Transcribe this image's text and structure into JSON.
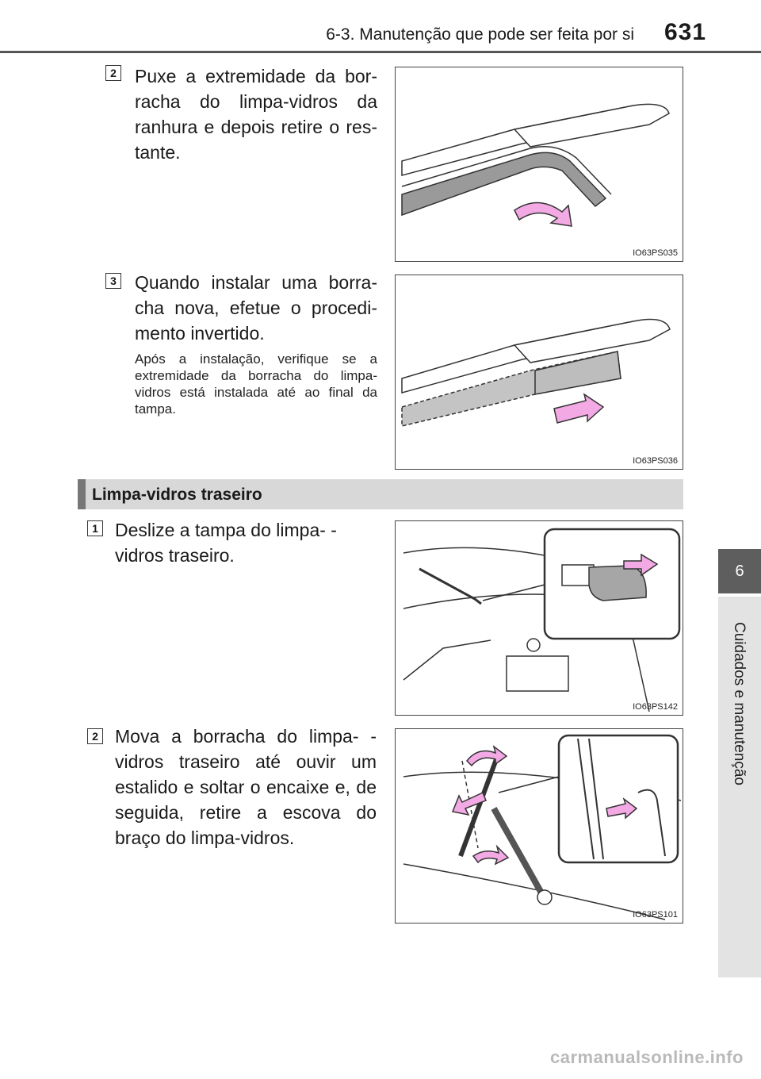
{
  "header": {
    "section": "6-3. Manutenção que pode ser feita por si",
    "page_number": "631"
  },
  "side_tab": {
    "chapter_number": "6",
    "chapter_title": "Cuidados e manutenção"
  },
  "steps": [
    {
      "number": "2",
      "text": "Puxe a extremidade da bor-racha do limpa-vidros da ranhura e depois retire o res-tante.",
      "figure_code": "IO63PS035"
    },
    {
      "number": "3",
      "text": "Quando instalar uma borra-cha nova, efetue o procedi-mento invertido.",
      "note": "Após a instalação, verifique se a extremidade da borracha do limpa-vidros está instalada até ao final da tampa.",
      "figure_code": "IO63PS036"
    }
  ],
  "section": {
    "title": "Limpa-vidros traseiro"
  },
  "rear_steps": [
    {
      "number": "1",
      "text": "Deslize a tampa do limpa- -vidros traseiro.",
      "figure_code": "IO63PS142"
    },
    {
      "number": "2",
      "text": "Mova a borracha do limpa- -vidros traseiro até ouvir um estalido e soltar o encaixe e, de seguida, retire a escova do braço do limpa-vidros.",
      "figure_code": "IO63PS101"
    }
  ],
  "watermark": "carmanualsonline.info",
  "colors": {
    "arrow_pink": "#f2a9e4",
    "blade_gray": "#9a9a9a",
    "section_bar": "#d8d8d8"
  }
}
